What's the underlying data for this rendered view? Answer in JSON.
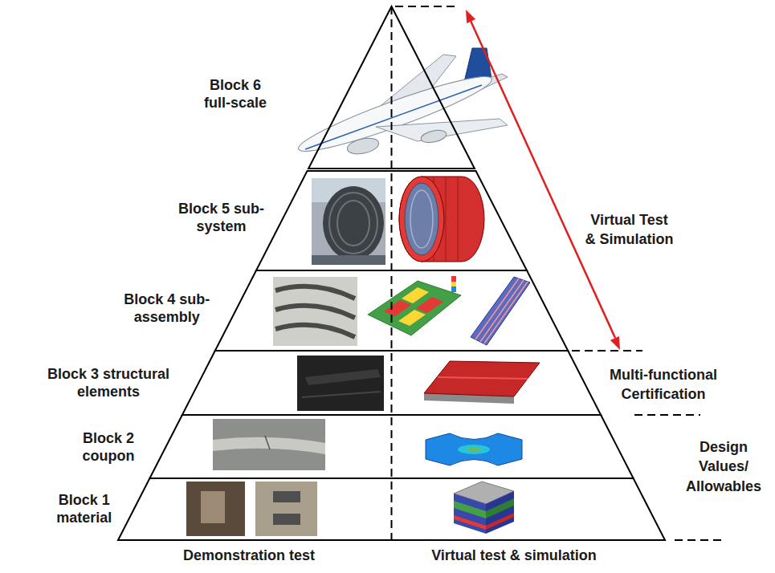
{
  "diagram": {
    "nodes": [
      {
        "text": [
          "Block 6 full-scale"
        ]
      },
      {
        "text": [
          "Block 5 sub-system"
        ]
      },
      {
        "text": [
          "Block 4 sub-assembly"
        ]
      },
      {
        "text": [
          "Block 3 structural elements"
        ]
      },
      {
        "text": [
          "Block 2 coupon"
        ]
      },
      {
        "text": [
          "Block 1 material"
        ]
      }
    ],
    "labels": [
      "Virtual Test & Simulation",
      "Multi-functional Certification",
      "Design Values/ Allowables",
      "Demonstration test",
      "Virtual test & simulation"
    ]
  }
}
